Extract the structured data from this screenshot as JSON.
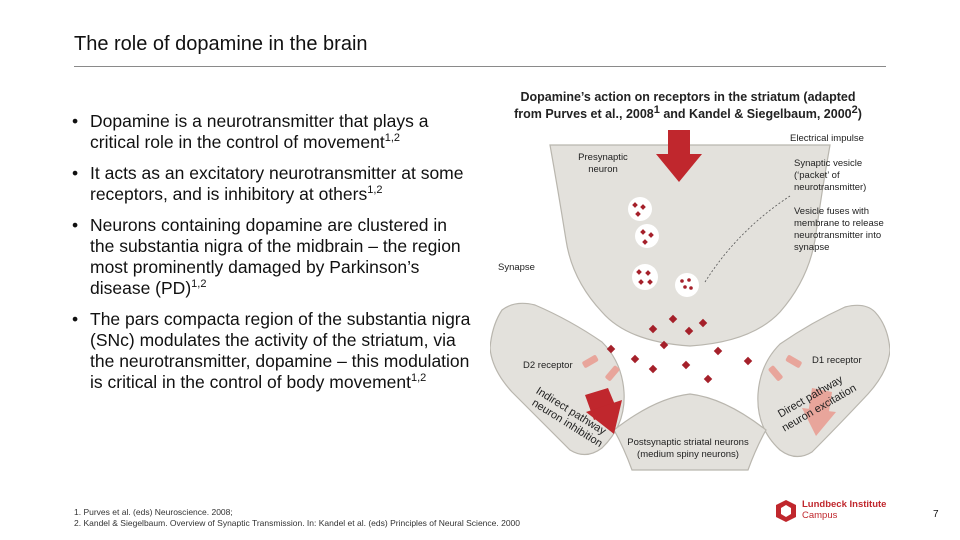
{
  "slide": {
    "title": "The role of dopamine in the brain",
    "page_number": "7"
  },
  "bullets": [
    {
      "text": "Dopamine is a neurotransmitter that plays a critical role in the control of movement",
      "sup": "1,2"
    },
    {
      "text": "It acts as an excitatory neurotransmitter at some receptors, and is inhibitory at others",
      "sup": "1,2"
    },
    {
      "text": "Neurons containing dopamine are clustered in the substantia nigra of the midbrain – the region most prominently damaged by Parkinson’s disease (PD)",
      "sup": "1,2"
    },
    {
      "text": "The pars compacta region of the substantia nigra (SNc) modulates the activity of the striatum, via the neurotransmitter, dopamine – this modulation is critical in the control of body movement",
      "sup": "1,2"
    }
  ],
  "diagram": {
    "title_line1": "Dopamine’s action on receptors in the striatum (adapted",
    "title_line2_a": "from Purves et al., 2008",
    "title_sup_a": "1",
    "title_line2_b": " and Kandel & Siegelbaum, 2000",
    "title_sup_b": "2",
    "title_line2_c": ")",
    "labels": {
      "electrical_impulse": "Electrical impulse",
      "presynaptic_neuron": "Presynaptic neuron",
      "synaptic_vesicle": "Synaptic vesicle (‘packet’ of neurotransmitter)",
      "vesicle_fuses": "Vesicle fuses with membrane to release neurotransmitter into synapse",
      "synapse": "Synapse",
      "d2_receptor": "D2 receptor",
      "d1_receptor": "D1 receptor",
      "indirect_pathway": "Indirect pathway",
      "neuron_inhibition": "neuron inhibition",
      "direct_pathway": "Direct pathway",
      "neuron_excitation": "neuron excitation",
      "postsynaptic": "Postsynaptic striatal neurons (medium spiny neurons)"
    },
    "colors": {
      "accent": "#c0272d",
      "dot": "#a5202a",
      "neuron": "#e3e1dc",
      "outline": "#b9b6ae"
    }
  },
  "footnotes": {
    "line1": "1. Purves et al. (eds) Neuroscience. 2008;",
    "line2": "2. Kandel & Siegelbaum. Overview of Synaptic Transmission. In: Kandel et al. (eds) Principles of Neural Science. 2000"
  },
  "logo": {
    "name": "Lundbeck Institute",
    "sub": "Campus"
  }
}
